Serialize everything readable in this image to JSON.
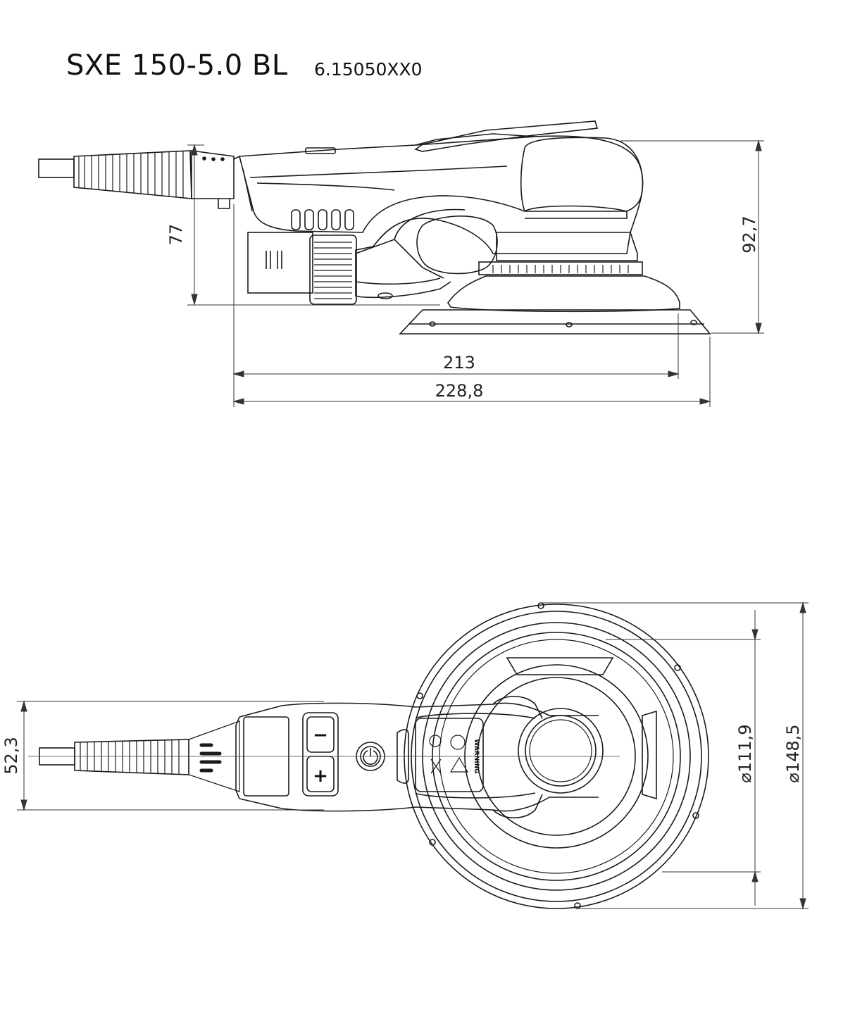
{
  "header": {
    "model": "SXE 150-5.0 BL",
    "code": "6.15050XX0"
  },
  "side_view": {
    "dim_height_handle": "77",
    "dim_height_total": "92,7",
    "dim_length_1": "213",
    "dim_length_2": "228,8"
  },
  "top_view": {
    "dim_width": "52,3",
    "dim_diam_inner": "⌀111,9",
    "dim_diam_outer": "⌀148,5",
    "button_minus": "−",
    "button_plus": "+",
    "label_warning": "WARNING"
  },
  "colors": {
    "line": "#1a1a1a",
    "dimension": "#333333",
    "background": "#ffffff"
  }
}
